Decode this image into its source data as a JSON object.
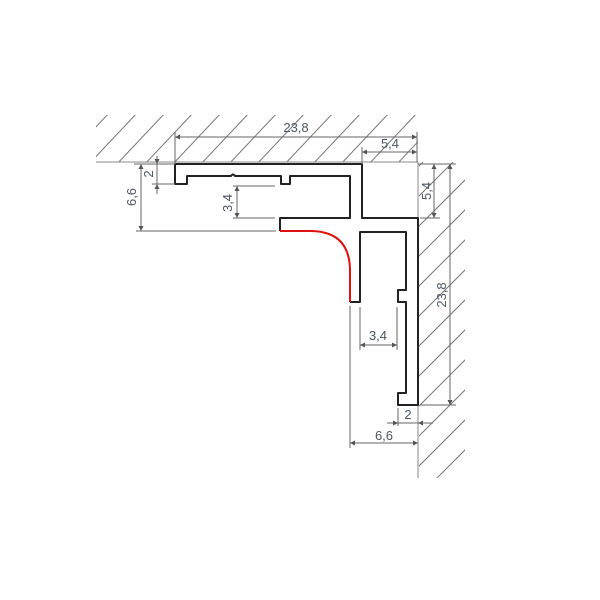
{
  "colors": {
    "profile": "#222222",
    "highlight": "#e01010",
    "dimension": "#666666",
    "text": "#4b5563"
  },
  "dimensions": {
    "top_width": "23,8",
    "top_right": "5,4",
    "left_small": "2",
    "left_height": "6,6",
    "gap_upper": "3,4",
    "right_small": "5,4",
    "right_height": "23,8",
    "gap_lower": "3,4",
    "bottom_small": "2",
    "bottom_width": "6,6"
  }
}
